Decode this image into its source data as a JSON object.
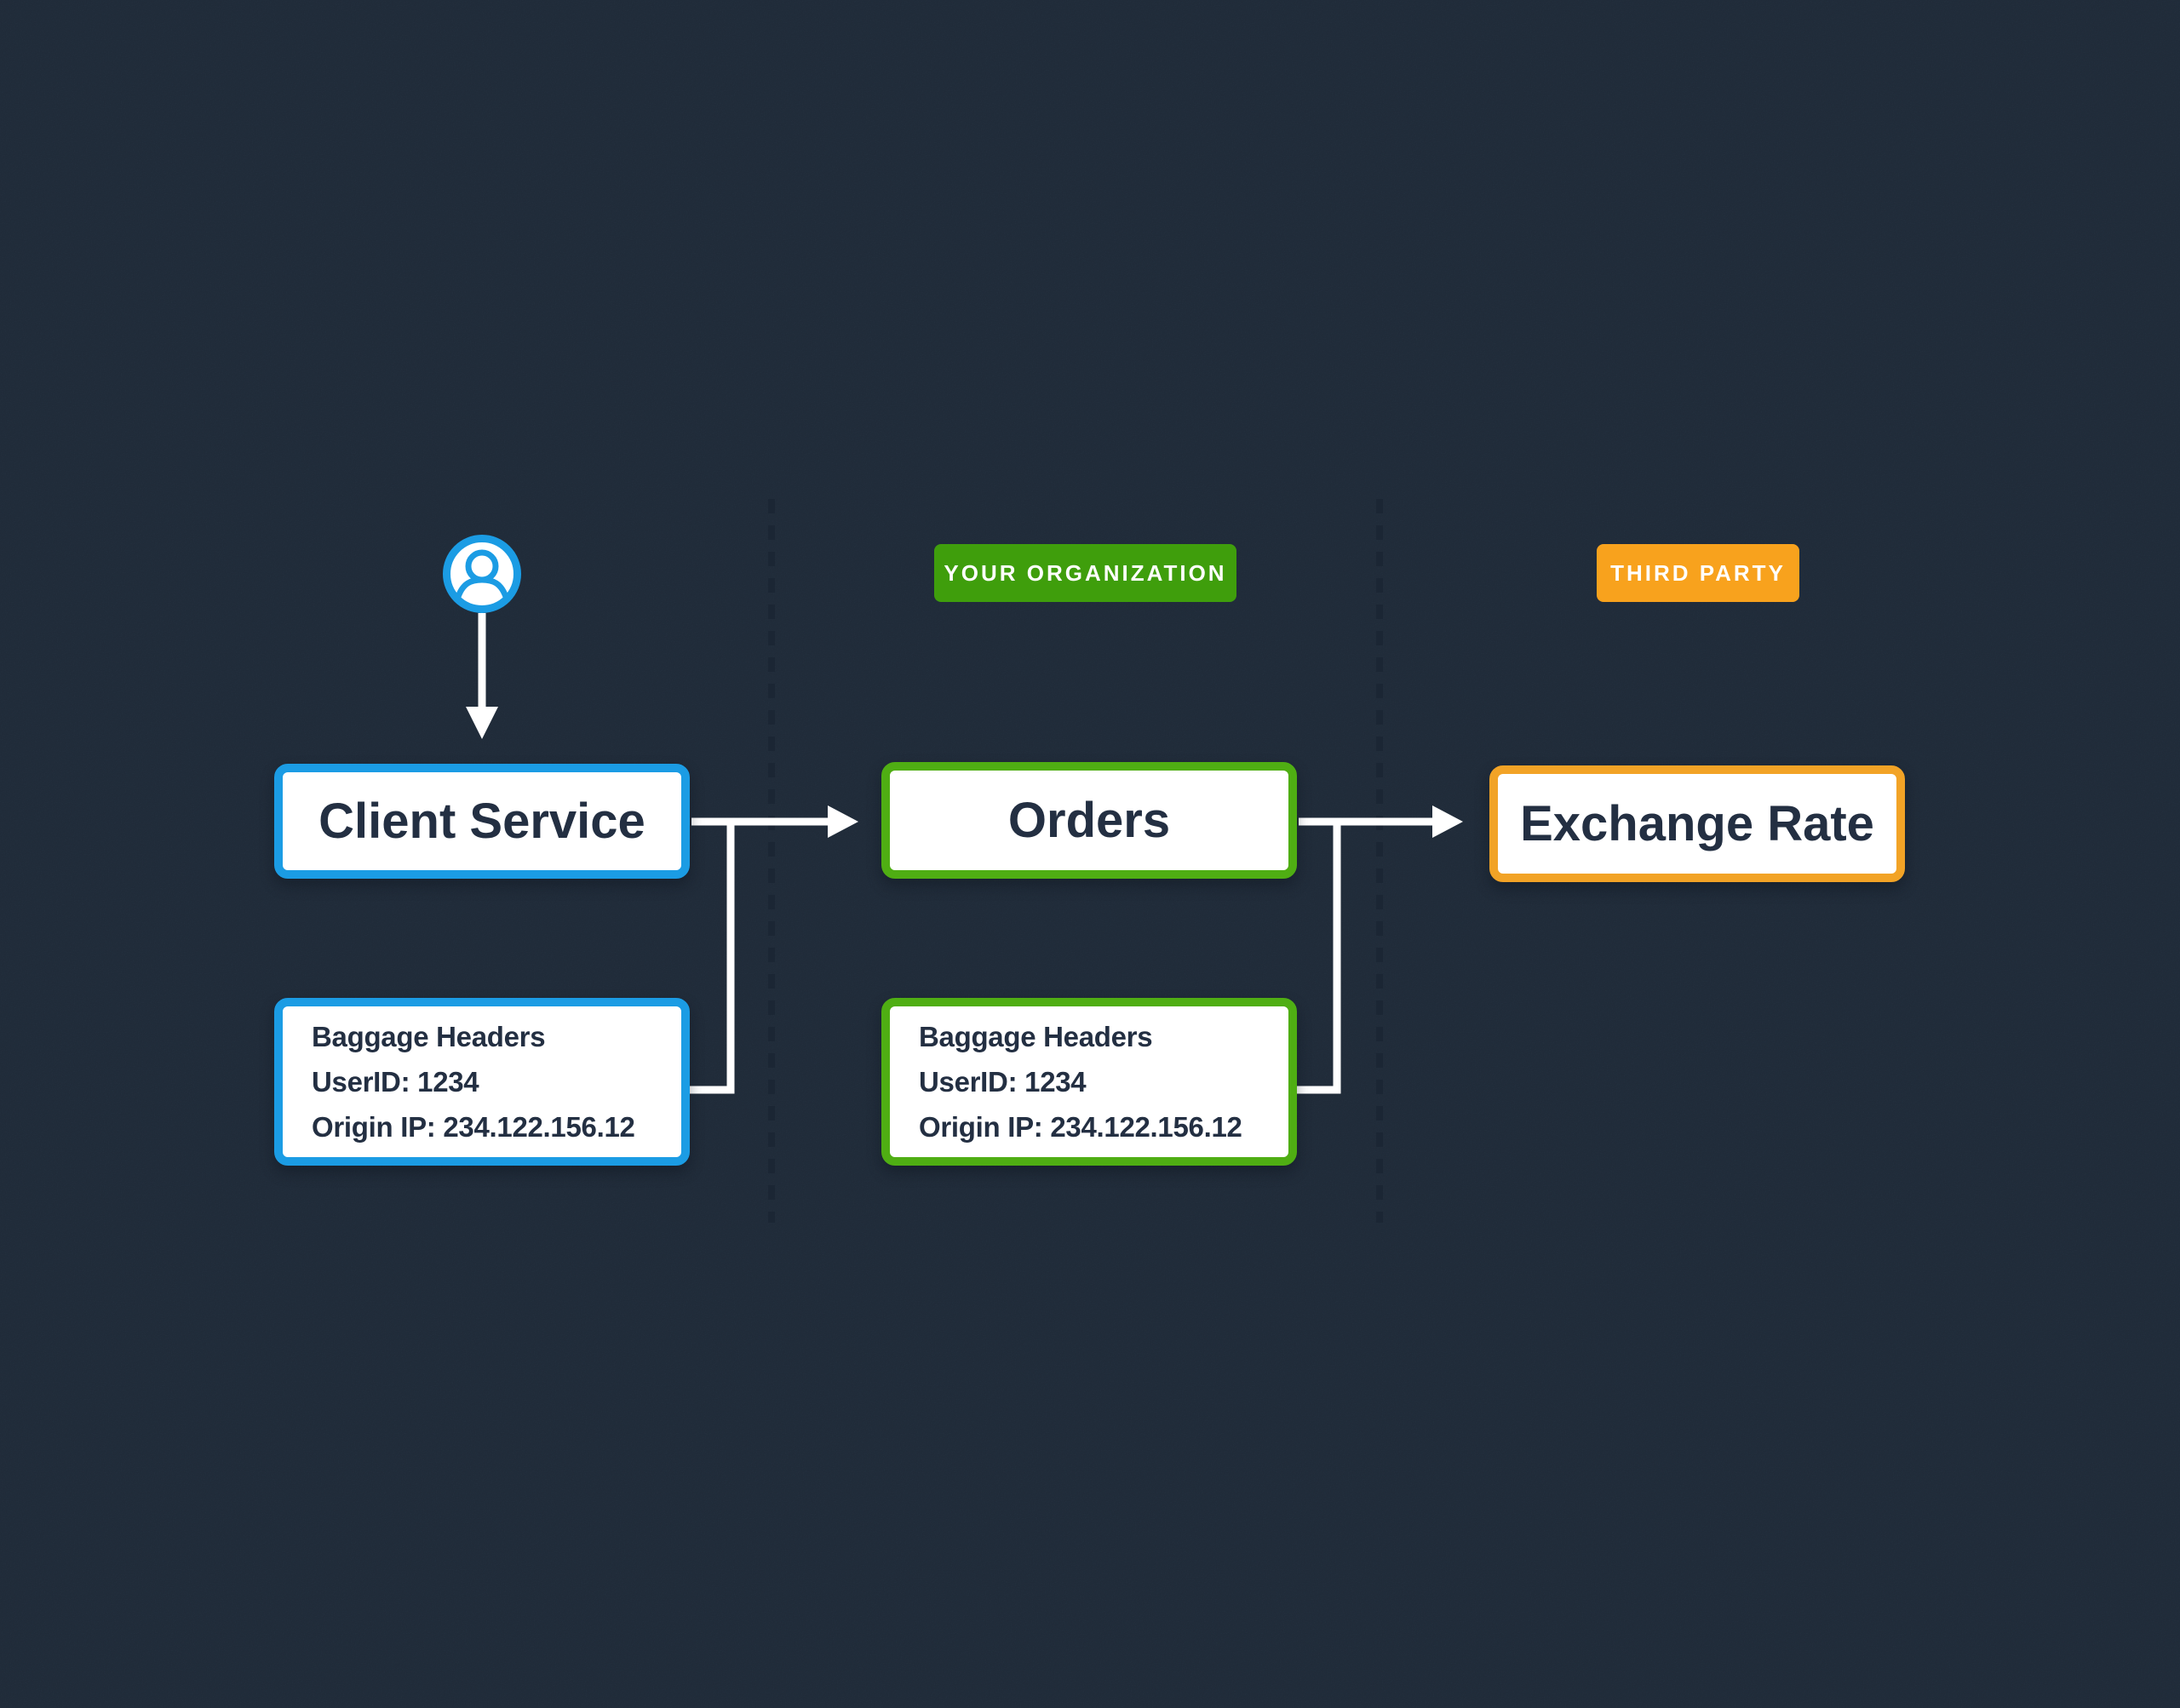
{
  "colors": {
    "background": "#263343",
    "divider": "#1b2634",
    "connector": "#ffffff",
    "node_fill": "#ffffff",
    "title_text": "#232f42",
    "blue": "#1b9ce4",
    "green_badge": "#3f9e0c",
    "green_border": "#4fae13",
    "orange_badge": "#f8a21d",
    "orange_border": "#f2a326"
  },
  "badges": [
    {
      "id": "your-organization",
      "label": "YOUR ORGANIZATION"
    },
    {
      "id": "third-party",
      "label": "THIRD PARTY"
    }
  ],
  "nodes": [
    {
      "id": "client-service",
      "label": "Client Service"
    },
    {
      "id": "orders",
      "label": "Orders"
    },
    {
      "id": "exchange-rate",
      "label": "Exchange Rate"
    }
  ],
  "baggage": [
    {
      "id": "client-service-baggage",
      "lines": [
        "Baggage Headers",
        "UserID: 1234",
        "Origin IP: 234.122.156.12"
      ]
    },
    {
      "id": "orders-baggage",
      "lines": [
        "Baggage Headers",
        "UserID: 1234",
        "Origin IP: 234.122.156.12"
      ]
    }
  ],
  "icons": {
    "user": "user-circle-icon"
  }
}
